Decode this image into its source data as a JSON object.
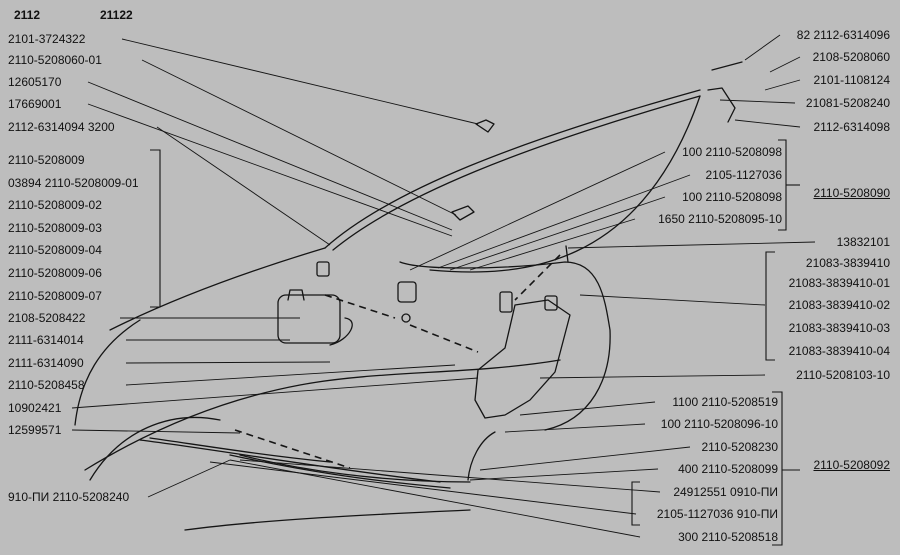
{
  "header": {
    "model_a": "2112",
    "model_b": "21122"
  },
  "labels_left": [
    "2101-3724322",
    "2110-5208060-01",
    "12605170",
    "17669001",
    "2112-6314094 3200",
    "2110-5208009",
    "03894 2110-5208009-01",
    "2110-5208009-02",
    "2110-5208009-03",
    "2110-5208009-04",
    "2110-5208009-06",
    "2110-5208009-07",
    "2108-5208422",
    "2111-6314014",
    "2111-6314090",
    "2110-5208458",
    "10902421",
    "12599571",
    "910-ПИ 2110-5208240"
  ],
  "labels_right": [
    "82 2112-6314096",
    "2108-5208060",
    "2101-1108124",
    "21081-5208240",
    "2112-6314098",
    "100 2110-5208098",
    "2105-1127036",
    "100 2110-5208098",
    "1650 2110-5208095-10",
    "13832101",
    "21083-3839410",
    "21083-3839410-01",
    "21083-3839410-02",
    "21083-3839410-03",
    "21083-3839410-04",
    "2110-5208103-10",
    "1100 2110-5208519",
    "100 2110-5208096-10",
    "2110-5208230",
    "400 2110-5208099",
    "24912551 0910-ПИ",
    "2105-1127036 910-ПИ",
    "300 2110-5208518"
  ],
  "group_labels": [
    "2110-5208090",
    "2110-5208092"
  ]
}
